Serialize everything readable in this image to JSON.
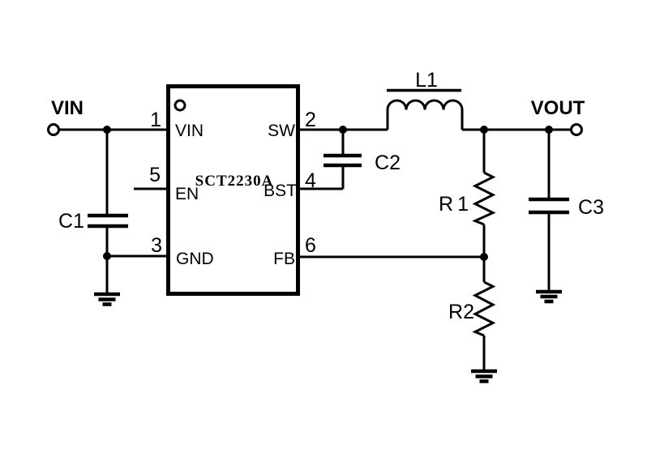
{
  "schematic": {
    "type": "buck-converter-application-circuit",
    "chip": {
      "part_number": "SCT2230A",
      "pins": {
        "vin": {
          "num": "1",
          "label": "VIN"
        },
        "en": {
          "num": "5",
          "label": "EN"
        },
        "gnd": {
          "num": "3",
          "label": "GND"
        },
        "sw": {
          "num": "2",
          "label": "SW"
        },
        "bst": {
          "num": "4",
          "label": "BST"
        },
        "fb": {
          "num": "6",
          "label": "FB"
        }
      }
    },
    "terminals": {
      "input": "VIN",
      "output": "VOUT"
    },
    "components": {
      "c1": {
        "label": "C1",
        "type": "capacitor"
      },
      "c2": {
        "label": "C2",
        "type": "capacitor"
      },
      "c3": {
        "label": "C3",
        "type": "capacitor"
      },
      "l1": {
        "label": "L1",
        "type": "inductor"
      },
      "r1": {
        "label": "R1",
        "type": "resistor"
      },
      "r2": {
        "label": "R2",
        "type": "resistor"
      }
    },
    "colors": {
      "line": "#000000",
      "background": "#ffffff",
      "text": "#000000"
    }
  }
}
